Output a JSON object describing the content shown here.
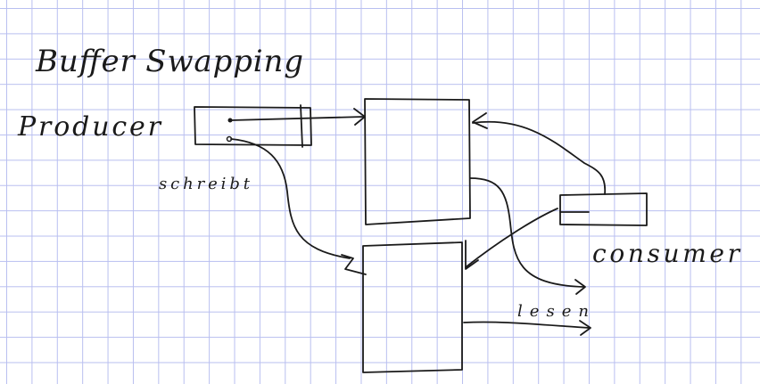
{
  "title": "Buffer Swapping",
  "producer_label": "Producer",
  "consumer_label": "consumer",
  "write_label": "schreibt",
  "read_label": "lesen",
  "ink_color": "#1a1a1a",
  "grid_color": "#b9bff0"
}
